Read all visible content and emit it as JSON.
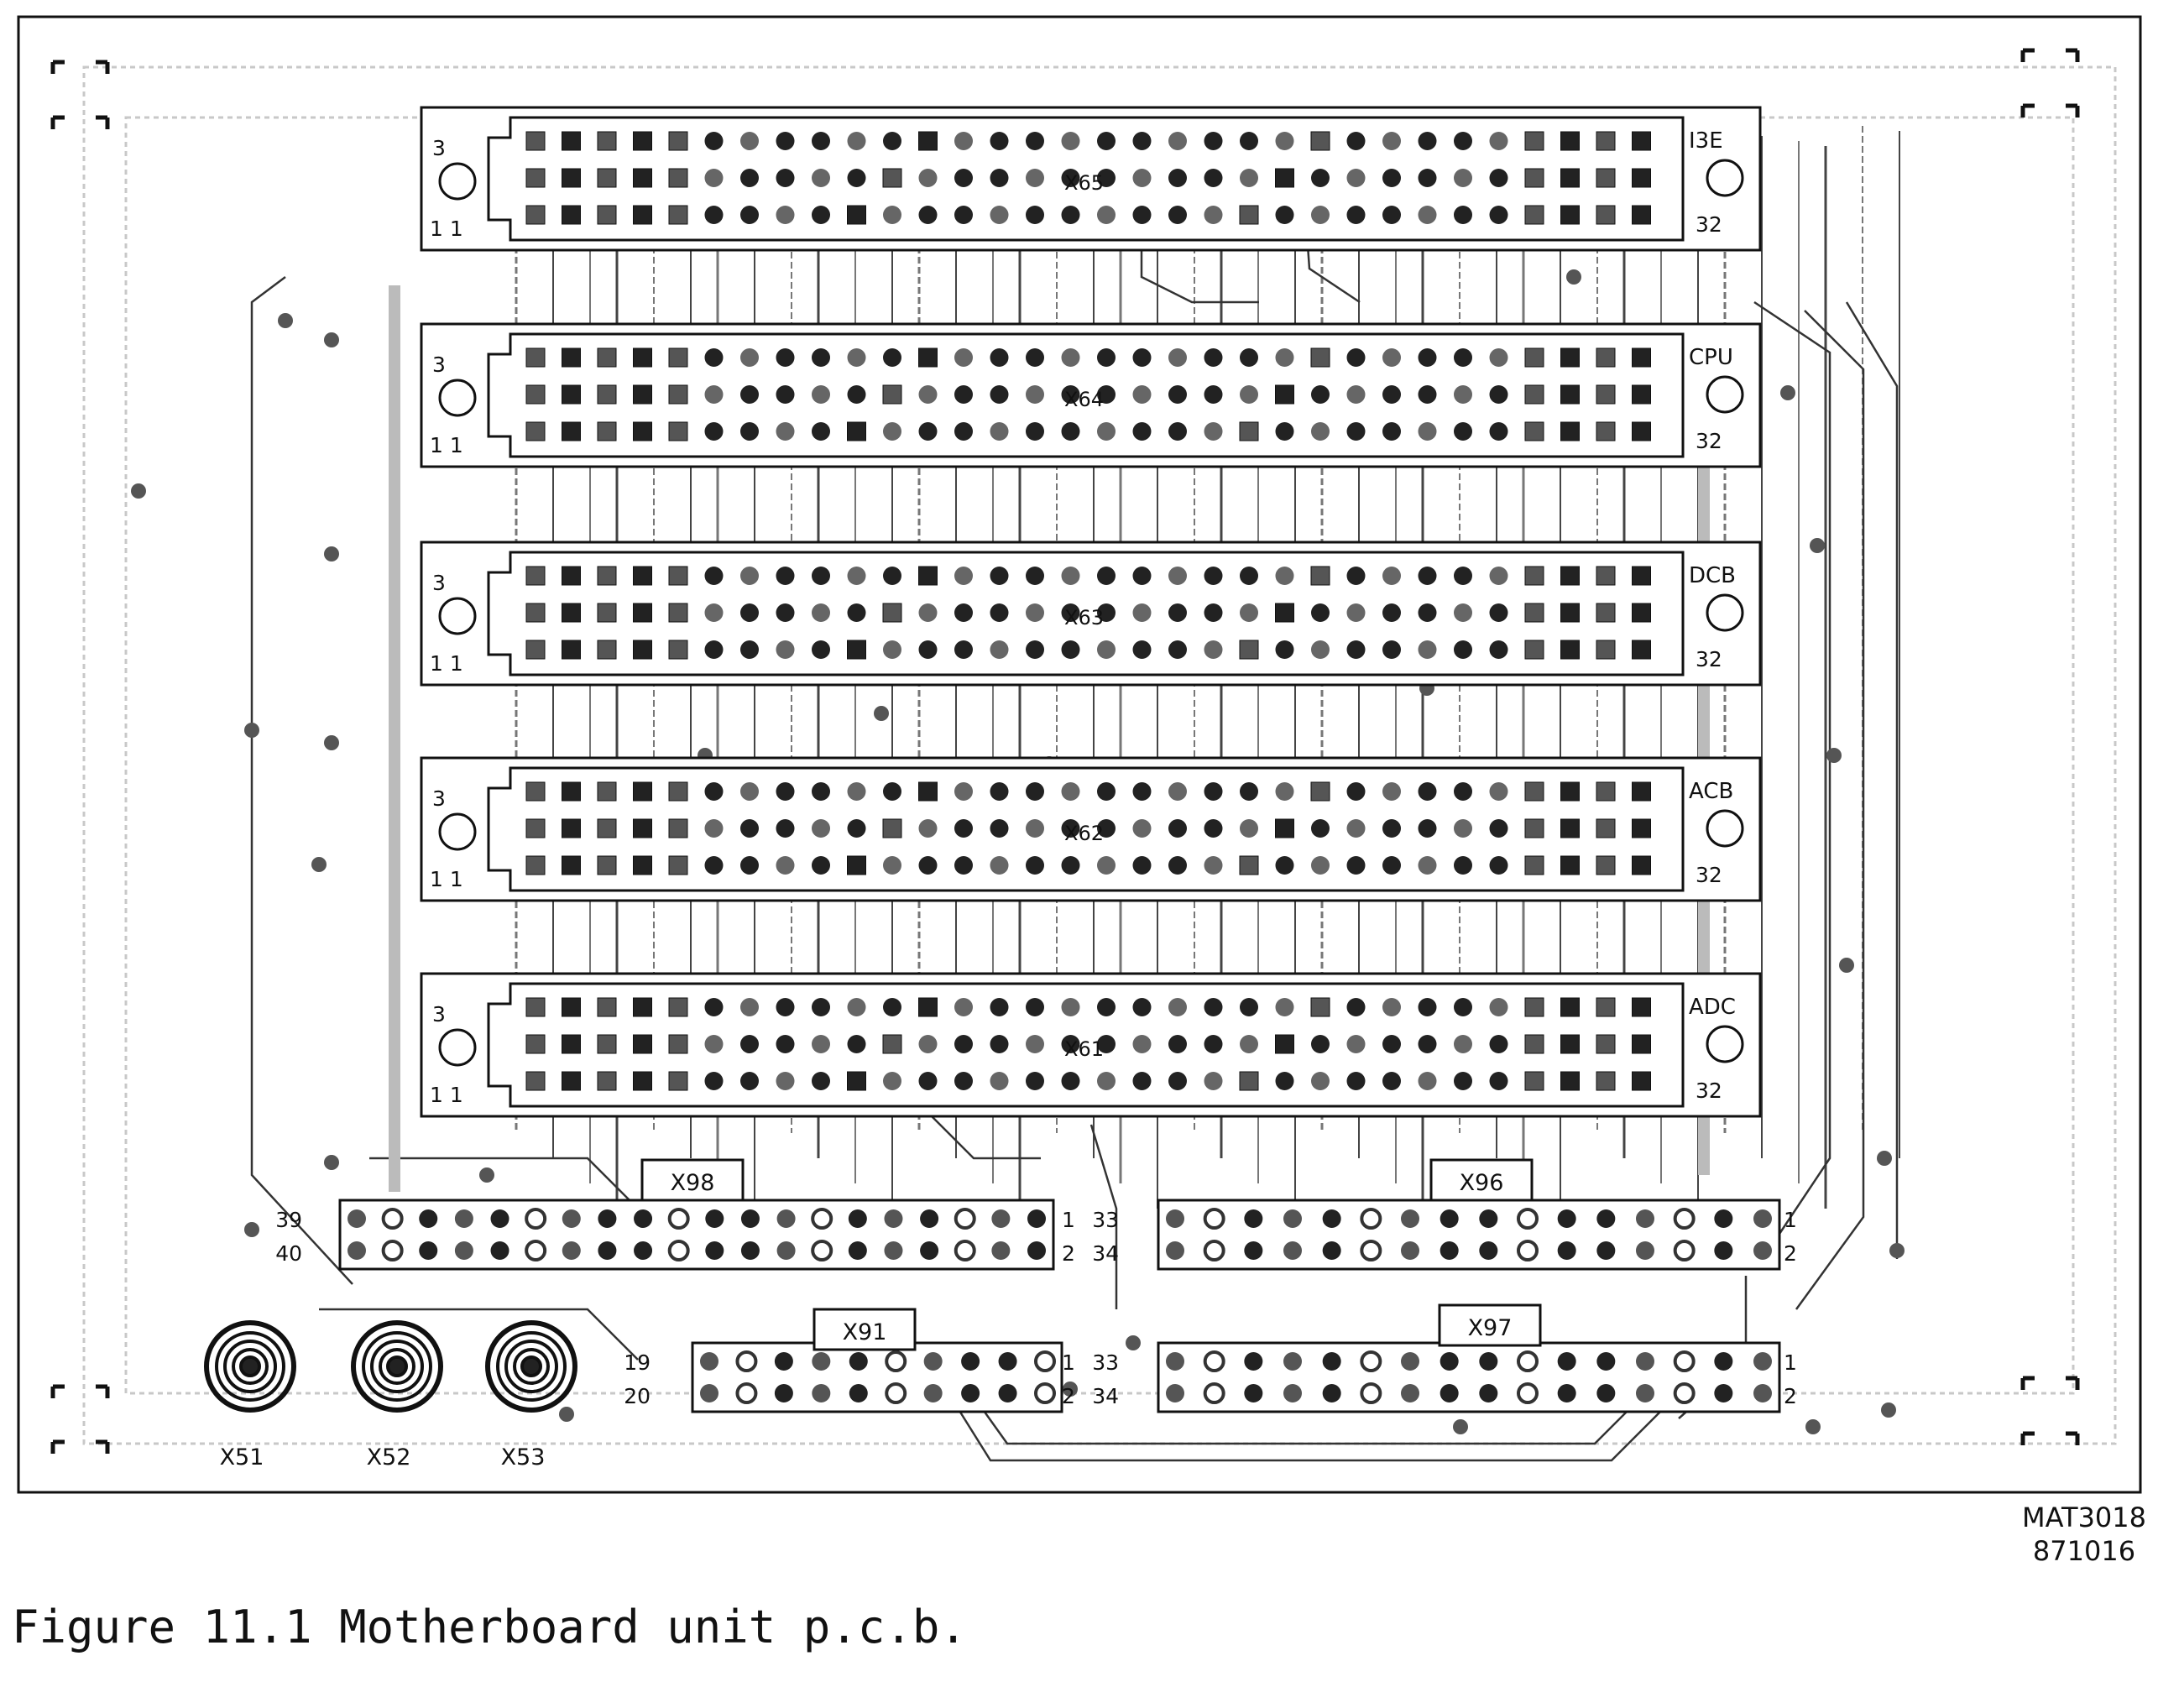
{
  "figure": {
    "caption": "Figure 11.1 Motherboard unit p.c.b.",
    "drawing_code": "MAT3018",
    "drawing_date": "871016"
  },
  "slots": [
    {
      "id": "X65",
      "name": "I3E",
      "pin_first": "3",
      "pin_ones": "1 1",
      "pin_last": "32"
    },
    {
      "id": "X64",
      "name": "CPU",
      "pin_first": "3",
      "pin_ones": "1 1",
      "pin_last": "32"
    },
    {
      "id": "X63",
      "name": "DCB",
      "pin_first": "3",
      "pin_ones": "1 1",
      "pin_last": "32"
    },
    {
      "id": "X62",
      "name": "ACB",
      "pin_first": "3",
      "pin_ones": "1 1",
      "pin_last": "32"
    },
    {
      "id": "X61",
      "name": "ADC",
      "pin_first": "3",
      "pin_ones": "1 1",
      "pin_last": "32"
    }
  ],
  "headers": [
    {
      "id": "X98",
      "pin_top_left": "39",
      "pin_bottom_left": "40",
      "pin_top_right": "1",
      "pin_bottom_right": "2"
    },
    {
      "id": "X96",
      "pin_top_left": "33",
      "pin_bottom_left": "34",
      "pin_top_right": "1",
      "pin_bottom_right": "2"
    },
    {
      "id": "X91",
      "pin_top_left": "19",
      "pin_bottom_left": "20",
      "pin_top_right": "1",
      "pin_bottom_right": "2"
    },
    {
      "id": "X97",
      "pin_top_left": "33",
      "pin_bottom_left": "34",
      "pin_top_right": "1",
      "pin_bottom_right": "2"
    }
  ],
  "coax": [
    {
      "id": "X51"
    },
    {
      "id": "X52"
    },
    {
      "id": "X53"
    }
  ]
}
